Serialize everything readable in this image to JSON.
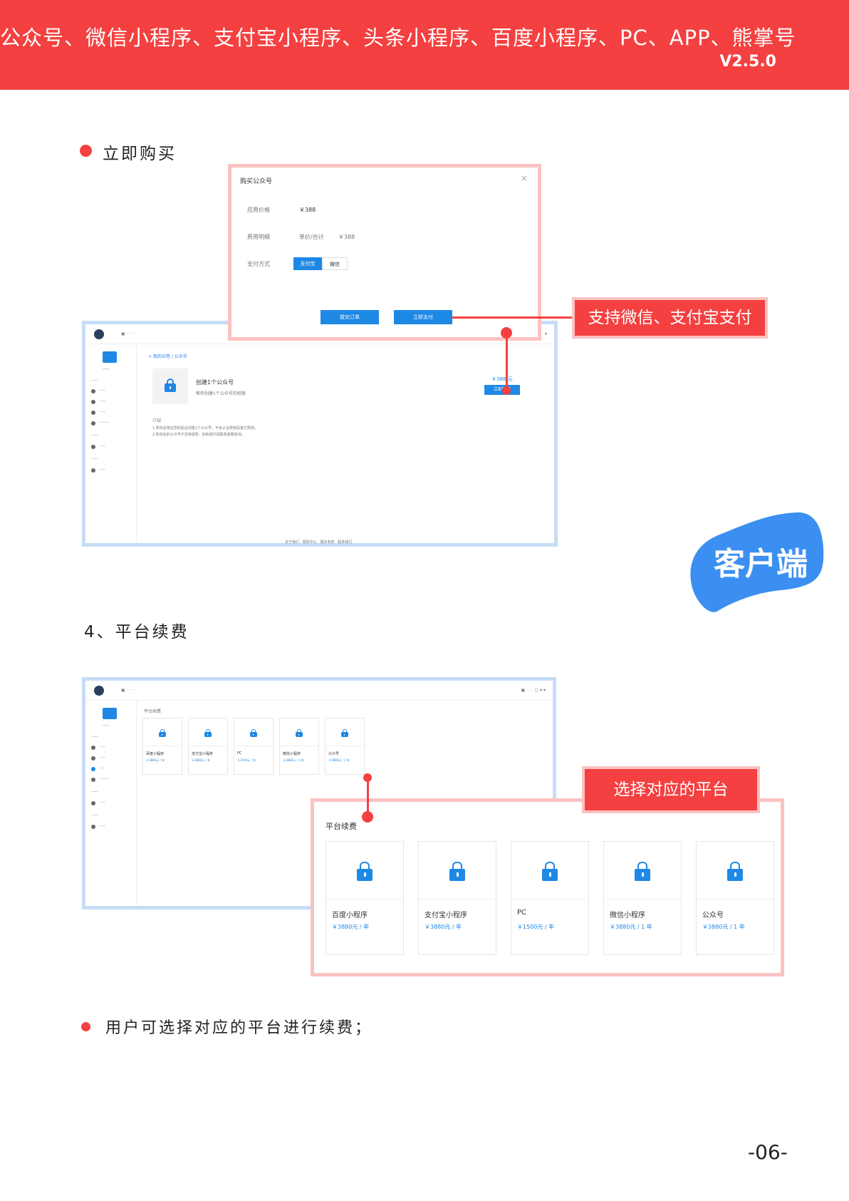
{
  "header": {
    "title": "公众号、微信小程序、支付宝小程序、头条小程序、百度小程序、PC、APP、熊掌号",
    "version": "V2.5.0"
  },
  "section1": {
    "title": "立即购买",
    "modal": {
      "title": "购买公众号",
      "close": "×",
      "rows": [
        {
          "label": "应用价格",
          "value": "￥388"
        },
        {
          "label": "费用明细",
          "value": "单价/合计",
          "value2": "￥388"
        },
        {
          "label": "支付方式"
        }
      ],
      "pay_methods": [
        "支付宝",
        "微信"
      ],
      "buttons": [
        "提交订单",
        "立即支付"
      ]
    },
    "callout": "支持微信、支付宝支付",
    "app": {
      "breadcrumb": "< 我的应用 / 公众号",
      "product_name": "创建1个公众号",
      "product_desc": "帮你创建1个公众号的权限",
      "price": "￥388 元",
      "buy_btn": "立即购买",
      "intro_title": "介绍",
      "intro_lines": [
        "1.购买后将在您的后台创建1个公众号，不含认证费用及其它费用。",
        "2.购买后的公众号不支持退款，如有疑问请联系客服咨询。"
      ],
      "footer": "关于我们 · 帮助中心 · 服务条款 · 联系我们"
    }
  },
  "badge": "客户端",
  "section2": {
    "title": "4、平台续费",
    "callout": "选择对应的平台",
    "panel_title": "平台续费",
    "platforms": [
      {
        "name": "百度小程序",
        "price": "￥3880元 / 年"
      },
      {
        "name": "支付宝小程序",
        "price": "￥3880元 / 年"
      },
      {
        "name": "PC",
        "price": "￥1500元 / 年"
      },
      {
        "name": "微信小程序",
        "price": "￥3880元 / 1 年"
      },
      {
        "name": "公众号",
        "price": "￥3880元 / 1 年"
      }
    ]
  },
  "note": "用户可选择对应的平台进行续费；",
  "page_number": "-06-",
  "colors": {
    "accent": "#f44040",
    "blue": "#1e88e5"
  }
}
